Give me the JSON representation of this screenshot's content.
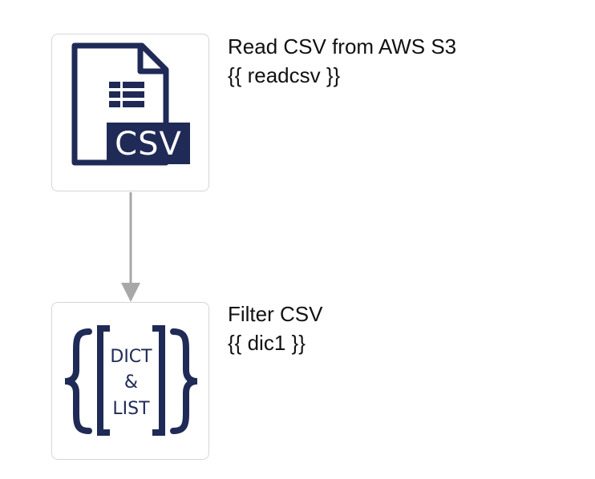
{
  "nodes": [
    {
      "title": "Read CSV from AWS S3",
      "variable": "{{ readcsv }}",
      "icon": "csv-file-icon",
      "icon_badge": "CSV"
    },
    {
      "title": "Filter CSV",
      "variable": "{{ dic1 }}",
      "icon": "dict-list-icon",
      "icon_text_top": "DICT",
      "icon_text_mid": "&",
      "icon_text_bottom": "LIST"
    }
  ],
  "colors": {
    "icon": "#1f2a56",
    "connector": "#a8a8a8",
    "box_border": "#d6d6d6"
  }
}
